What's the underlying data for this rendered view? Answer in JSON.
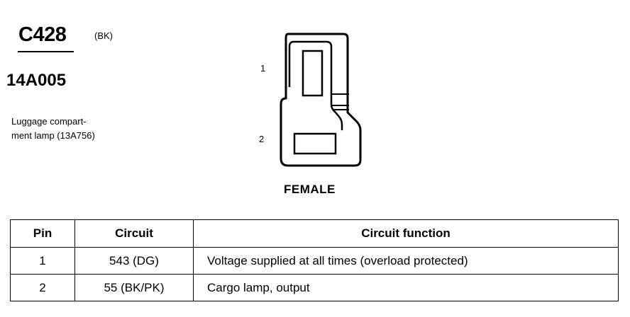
{
  "connector": {
    "id": "C428",
    "color_code": "(BK)",
    "part_number": "14A005",
    "description": "Luggage compart-\nment lamp (13A756)",
    "gender": "FEMALE",
    "pin_labels": [
      "1",
      "2"
    ]
  },
  "table": {
    "headers": [
      "Pin",
      "Circuit",
      "Circuit function"
    ],
    "rows": [
      {
        "pin": "1",
        "circuit": "543 (DG)",
        "function": "Voltage supplied at all times (overload protected)"
      },
      {
        "pin": "2",
        "circuit": "55 (BK/PK)",
        "function": "Cargo lamp, output"
      }
    ]
  }
}
